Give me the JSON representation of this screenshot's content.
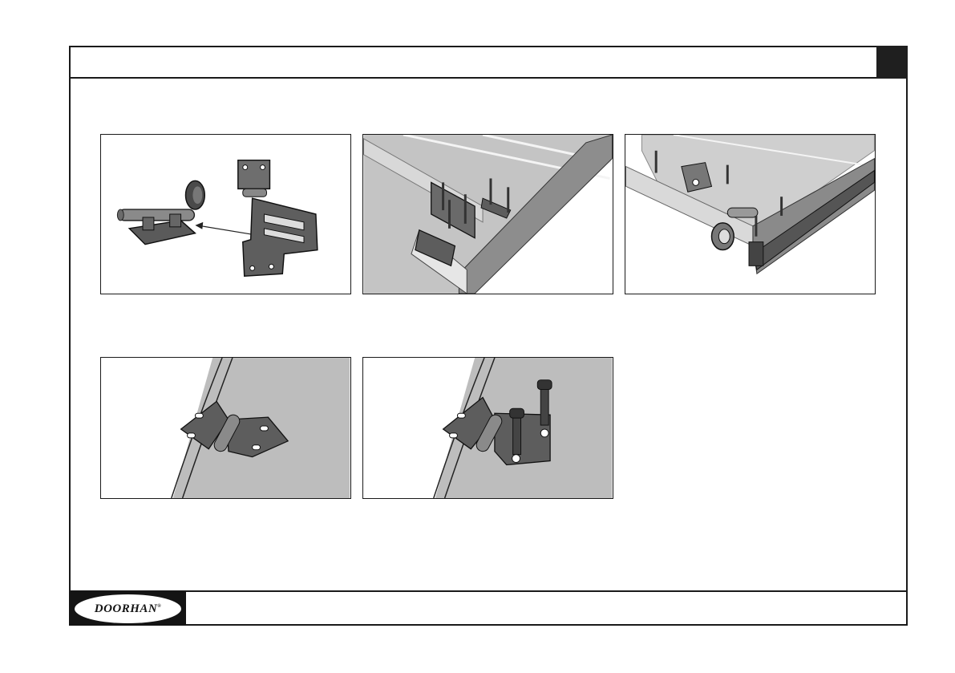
{
  "brand": {
    "logo_text": "DOORHAN",
    "registered_mark": "®"
  },
  "colors": {
    "frame": "#1a1a1a",
    "panel_surface": "#bdbdbd",
    "metal_dark": "#555555"
  },
  "panels": [
    {
      "icon": "roller-bracket-illustration"
    },
    {
      "icon": "panel-corner-bolts-illustration"
    },
    {
      "icon": "panel-bottom-roller-illustration"
    },
    {
      "icon": "hinge-placement-illustration"
    },
    {
      "icon": "hinge-bolting-illustration"
    }
  ]
}
